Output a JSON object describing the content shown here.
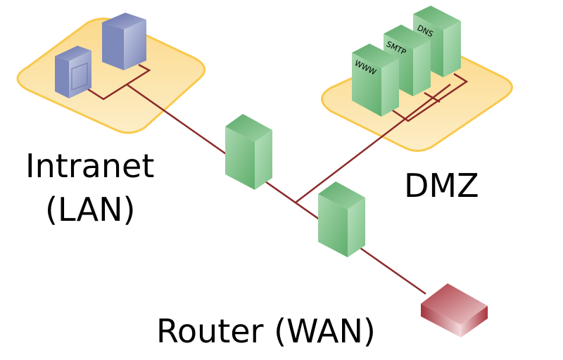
{
  "diagram": {
    "type": "network-topology",
    "zones": [
      {
        "id": "intranet",
        "label_line1": "Intranet",
        "label_line2": "(LAN)",
        "fill": "#fde7a9",
        "stroke": "#f8c94c"
      },
      {
        "id": "dmz",
        "label": "DMZ",
        "fill": "#fde7a9",
        "stroke": "#f8c94c"
      }
    ],
    "nodes": {
      "lan_pc_1": {
        "kind": "workstation",
        "zone": "intranet",
        "color": "#8a94c4"
      },
      "lan_pc_2": {
        "kind": "workstation",
        "zone": "intranet",
        "color": "#8a94c4"
      },
      "www": {
        "kind": "server",
        "zone": "dmz",
        "label": "WWW",
        "color": "#6dbb78"
      },
      "smtp": {
        "kind": "server",
        "zone": "dmz",
        "label": "SMTP",
        "color": "#6dbb78"
      },
      "dns": {
        "kind": "server",
        "zone": "dmz",
        "label": "DNS",
        "color": "#6dbb78"
      },
      "firewall_inner": {
        "kind": "firewall",
        "color": "#6dbb78"
      },
      "firewall_outer": {
        "kind": "firewall",
        "color": "#6dbb78"
      },
      "router": {
        "kind": "router",
        "label": "Router (WAN)",
        "color": "#b4424a"
      }
    },
    "links": [
      [
        "lan_pc_1",
        "lan_pc_2"
      ],
      [
        "intranet",
        "firewall_inner"
      ],
      [
        "firewall_inner",
        "firewall_outer"
      ],
      [
        "firewall_inner",
        "dmz"
      ],
      [
        "www",
        "smtp"
      ],
      [
        "smtp",
        "dns"
      ],
      [
        "firewall_outer",
        "router"
      ]
    ],
    "link_color": "#8b2a2a"
  }
}
